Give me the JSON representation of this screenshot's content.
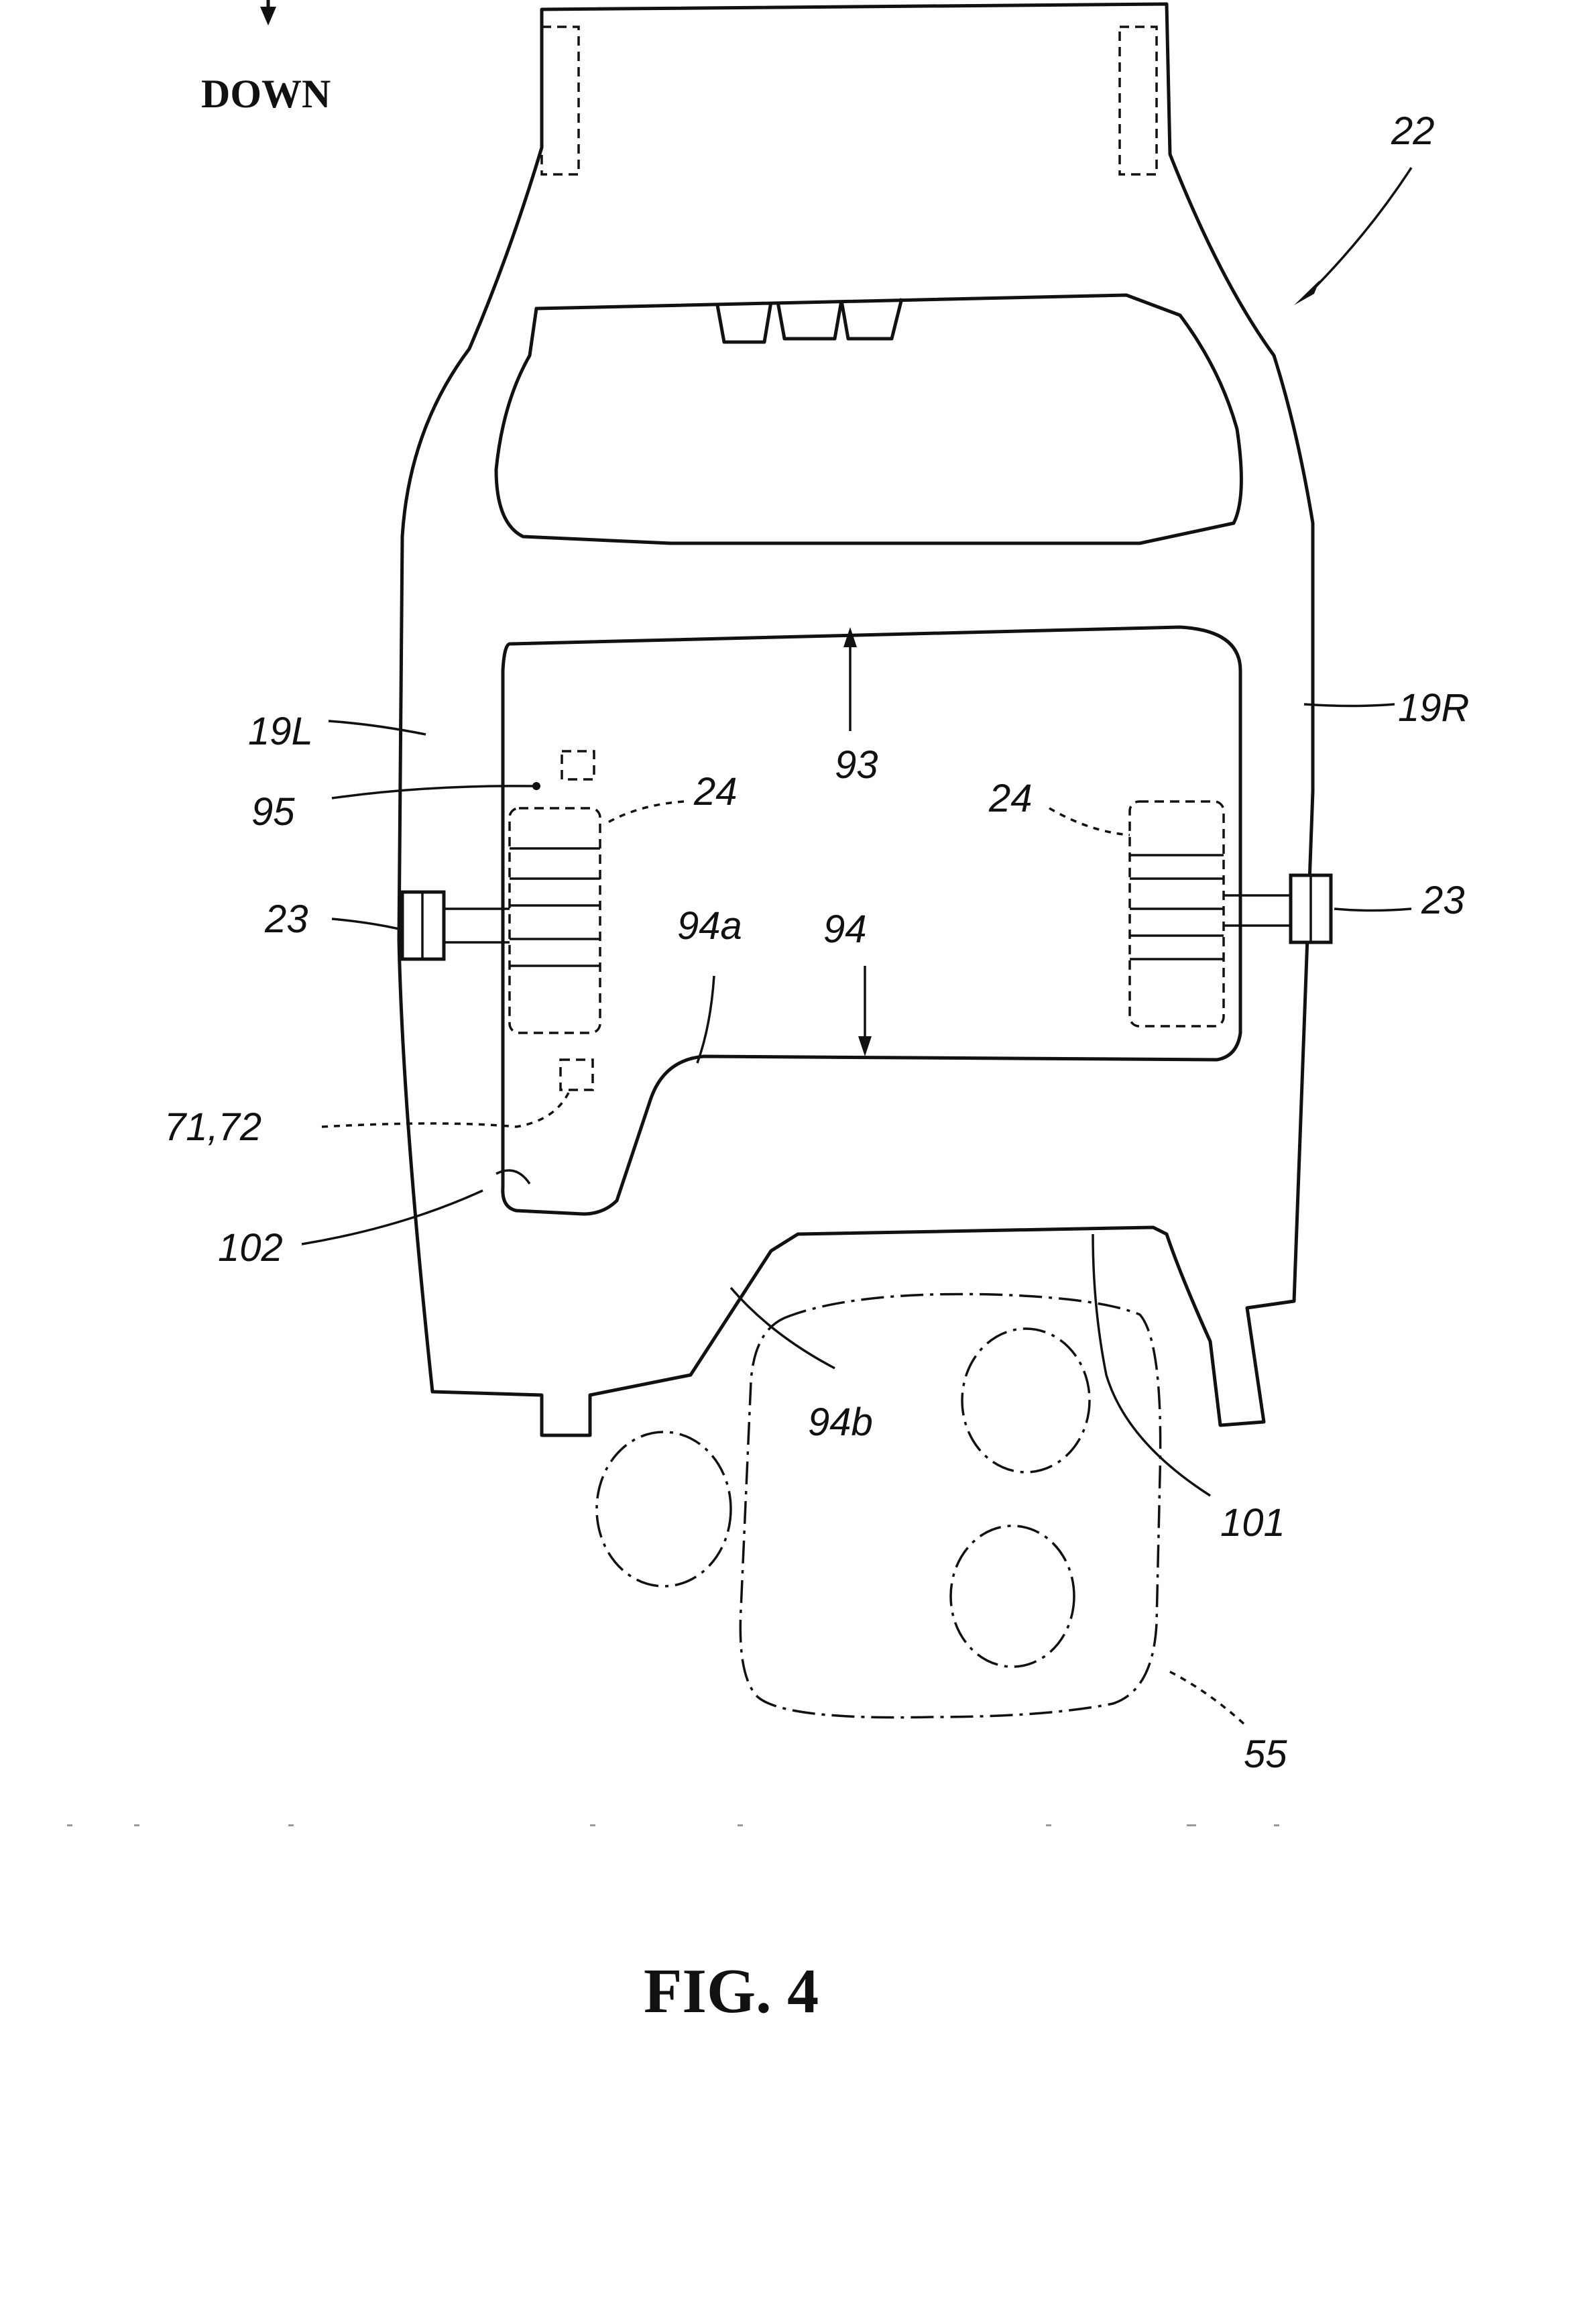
{
  "direction_label": "DOWN",
  "figure_caption": "FIG. 4",
  "labels": {
    "l22": "22",
    "l19L": "19L",
    "l19R": "19R",
    "l93": "93",
    "l95": "95",
    "l24_left": "24",
    "l24_right": "24",
    "l23_left": "23",
    "l23_right": "23",
    "l94a": "94a",
    "l94": "94",
    "l71_72": "71,72",
    "l102": "102",
    "l94b": "94b",
    "l101": "101",
    "l55": "55"
  },
  "colors": {
    "ink": "#111111",
    "paper": "#ffffff"
  }
}
